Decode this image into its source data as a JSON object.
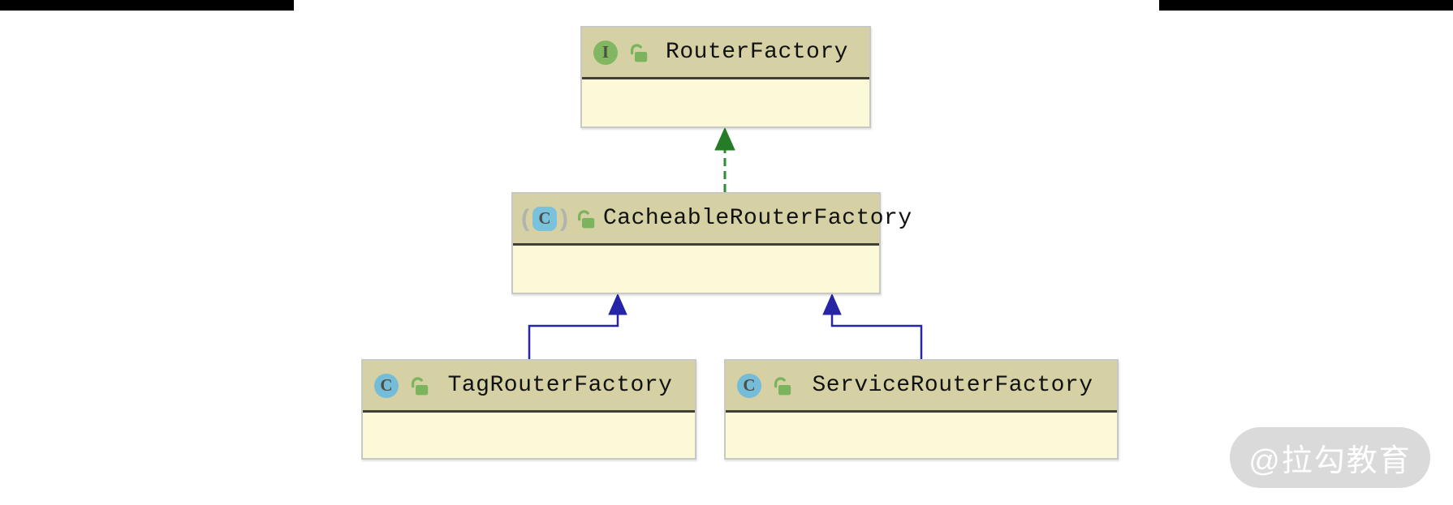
{
  "diagram": {
    "tool": "uml-class-diagram",
    "nodes": {
      "router_factory": {
        "label": "RouterFactory",
        "kind": "interface",
        "icon_letter": "I",
        "modifier": "public"
      },
      "cacheable_router_factory": {
        "label": "CacheableRouterFactory",
        "kind": "abstract class",
        "icon_letter": "C",
        "modifier": "public",
        "paren_open": "(",
        "paren_close": ")"
      },
      "tag_router_factory": {
        "label": "TagRouterFactory",
        "kind": "class",
        "icon_letter": "C",
        "modifier": "public"
      },
      "service_router_factory": {
        "label": "ServiceRouterFactory",
        "kind": "class",
        "icon_letter": "C",
        "modifier": "public"
      }
    },
    "edges": [
      {
        "from": "CacheableRouterFactory",
        "to": "RouterFactory",
        "type": "realization",
        "style": "dashed",
        "color": "#2e8b2e"
      },
      {
        "from": "TagRouterFactory",
        "to": "CacheableRouterFactory",
        "type": "generalization",
        "style": "solid",
        "color": "#2525a5"
      },
      {
        "from": "ServiceRouterFactory",
        "to": "CacheableRouterFactory",
        "type": "generalization",
        "style": "solid",
        "color": "#2525a5"
      }
    ],
    "colors": {
      "node_header": "#d5d1a4",
      "node_body": "#fcf9d8",
      "node_separator": "#3f3f35",
      "interface_icon": "#82b762",
      "class_icon": "#74bcd8",
      "lock_icon": "#7cb45e",
      "realization_edge": "#2e8b2e",
      "generalization_edge": "#2525a5",
      "top_bars": "#000000"
    },
    "watermark": {
      "text": "@拉勾教育"
    }
  }
}
